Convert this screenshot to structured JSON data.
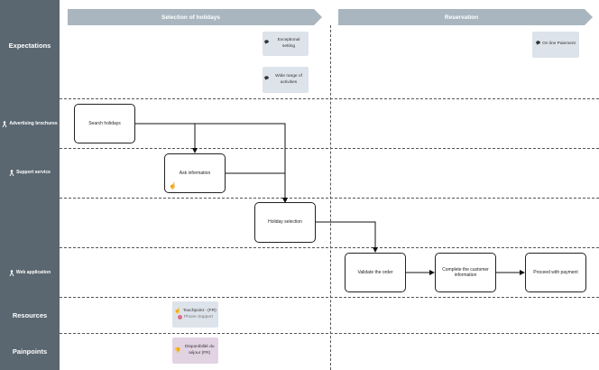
{
  "phases": [
    {
      "label": "Selection of holidays"
    },
    {
      "label": "Reservation"
    }
  ],
  "lanes": [
    {
      "label": "Expectations",
      "icon": ""
    },
    {
      "label": "Advertising brochures",
      "icon": "person-icon"
    },
    {
      "label": "Support service",
      "icon": "person-icon"
    },
    {
      "label": "",
      "icon": ""
    },
    {
      "label": "Web application",
      "icon": "person-icon"
    },
    {
      "label": "Resources",
      "icon": ""
    },
    {
      "label": "Painpoints",
      "icon": ""
    }
  ],
  "steps": [
    {
      "label": "Search holidays"
    },
    {
      "label": "Ask information"
    },
    {
      "label": "Holiday selection"
    },
    {
      "label": "Validate the order"
    },
    {
      "label": "Complete the customer information"
    },
    {
      "label": "Proceed with payment"
    }
  ],
  "expectations": [
    {
      "label": "Exceptional setting",
      "icon": "speech-bubble-icon"
    },
    {
      "label": "Wide range of activities",
      "icon": "speech-bubble-icon"
    },
    {
      "label": "On line Paiement",
      "icon": "speech-bubble-icon"
    }
  ],
  "resources": {
    "touchpoint": "Touchpoint - (FR)",
    "phone": "Phone Support"
  },
  "painpoint": {
    "label": "Disponibilité du séjour (FR)"
  },
  "colors": {
    "sidebar": "#5a6770",
    "phase_bar": "#a9b6bf",
    "expectation_note": "#dde3ea",
    "painpoint_note": "#e2d3e3",
    "phone_dot": "#e06a8a"
  }
}
